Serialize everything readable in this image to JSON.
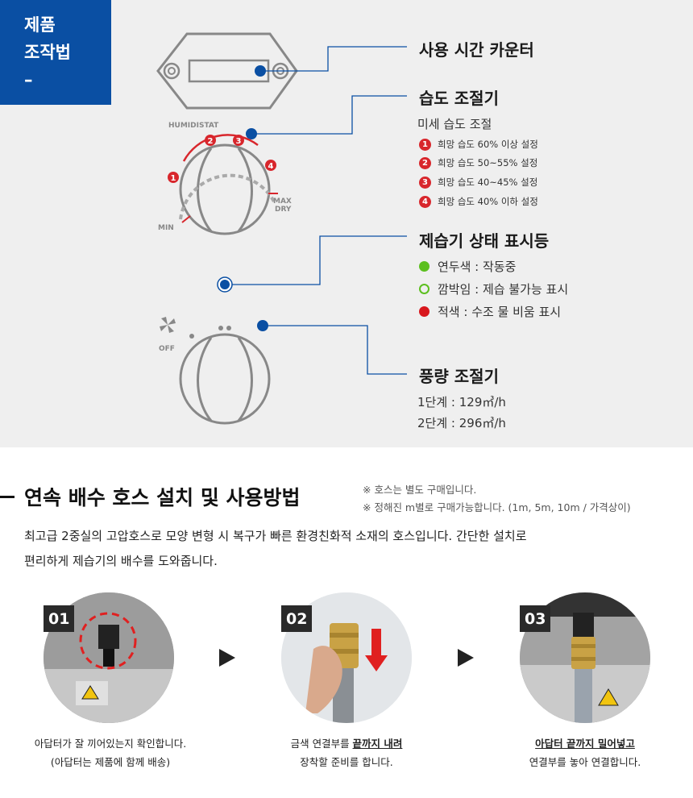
{
  "badge": {
    "line1": "제품",
    "line2": "조작법",
    "line3": "–"
  },
  "dial_labels": {
    "humidistat": "HUMIDISTAT",
    "min": "MIN",
    "max": "MAX",
    "dry": "DRY",
    "off": "OFF",
    "step1": "1",
    "step2": "2",
    "step3": "3",
    "step4": "4"
  },
  "hour_counter": {
    "title": "사용 시간 카운터"
  },
  "humidistat": {
    "title": "습도 조절기",
    "subtitle": "미세 습도 조절",
    "options": [
      {
        "num": "1",
        "text": "희망 습도 60% 이상 설정"
      },
      {
        "num": "2",
        "text": "희망 습도 50~55% 설정"
      },
      {
        "num": "3",
        "text": "희망 습도 40~45% 설정"
      },
      {
        "num": "4",
        "text": "희망 습도 40% 이하 설정"
      }
    ]
  },
  "indicator": {
    "title": "제습기 상태 표시등",
    "items": [
      {
        "text": "연두색 : 작동중",
        "color": "#5cbf1f"
      },
      {
        "text": "깜박임 : 제습 불가능 표시",
        "color": "#5cbf1f"
      },
      {
        "text": "적색 : 수조 물 비움 표시",
        "color": "#d8171d"
      }
    ]
  },
  "fan": {
    "title": "풍량 조절기",
    "level1": "1단계 : 129㎥/h",
    "level2": "2단계 : 296㎥/h"
  },
  "hose_section": {
    "title": "연속 배수 호스 설치 및 사용방법",
    "note1": "※ 호스는 별도 구매입니다.",
    "note2": "※ 정해진 m별로 구매가능합니다. (1m, 5m, 10m / 가격상이)",
    "desc1": "최고급 2중실의 고압호스로 모양 변형 시 복구가 빠른 환경친화적 소재의 호스입니다. 간단한 설치로",
    "desc2": "편리하게 제습기의 배수를 도와줍니다."
  },
  "steps": [
    {
      "num": "01",
      "cap_line1": "아답터가 잘 끼어있는지 확인합니다.",
      "cap_line2": "(아답터는 제품에 함께 배송)"
    },
    {
      "num": "02",
      "cap_line1_pre": "금색 연결부를 ",
      "cap_line1_bold": "끝까지 내려",
      "cap_line2": "장착할 준비를 합니다."
    },
    {
      "num": "03",
      "cap_line1_bold": "아답터 끝까지 밀어넣고",
      "cap_line2": "연결부를 놓아 연결합니다."
    }
  ],
  "colors": {
    "accent_blue": "#0a4fa3",
    "red": "#d8262c",
    "green": "#5cbf1f"
  }
}
